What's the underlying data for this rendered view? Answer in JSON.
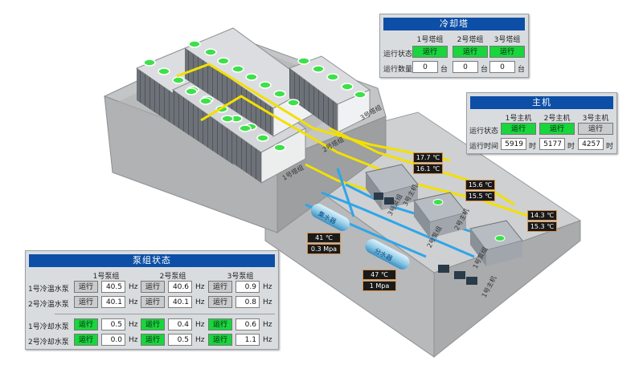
{
  "tower_panel": {
    "title": "冷却塔",
    "cols": [
      "1号塔组",
      "2号塔组",
      "3号塔组"
    ],
    "status_label": "运行状态",
    "count_label": "运行数量",
    "status": [
      "运行",
      "运行",
      "运行"
    ],
    "counts": [
      "0",
      "0",
      "0"
    ],
    "count_unit": "台"
  },
  "host_panel": {
    "title": "主机",
    "cols": [
      "1号主机",
      "2号主机",
      "3号主机"
    ],
    "status_label": "运行状态",
    "time_label": "运行时间",
    "status": [
      "运行",
      "运行",
      "运行"
    ],
    "times": [
      "5919",
      "5177",
      "4257"
    ],
    "time_unit": "时"
  },
  "pump_panel": {
    "title": "泵组状态",
    "cols": [
      "1号泵组",
      "2号泵组",
      "3号泵组"
    ],
    "rows": [
      {
        "label": "1号冷温水泵",
        "cells": [
          {
            "status": "运行",
            "freq": "40.5"
          },
          {
            "status": "运行",
            "freq": "40.6"
          },
          {
            "status": "运行",
            "freq": "0.9"
          }
        ]
      },
      {
        "label": "2号冷温水泵",
        "cells": [
          {
            "status": "运行",
            "freq": "40.1"
          },
          {
            "status": "运行",
            "freq": "40.1"
          },
          {
            "status": "运行",
            "freq": "0.8"
          }
        ]
      },
      {
        "label": "1号冷却水泵",
        "cells": [
          {
            "status": "运行",
            "freq": "0.5"
          },
          {
            "status": "运行",
            "freq": "0.4"
          },
          {
            "status": "运行",
            "freq": "0.6"
          }
        ]
      },
      {
        "label": "2号冷却水泵",
        "cells": [
          {
            "status": "运行",
            "freq": "0.0"
          },
          {
            "status": "运行",
            "freq": "0.5"
          },
          {
            "status": "运行",
            "freq": "1.1"
          }
        ]
      }
    ],
    "unit": "Hz"
  },
  "readings": {
    "t1": "17.7 ℃",
    "t2": "16.1 ℃",
    "t3": "15.6 ℃",
    "t4": "15.5 ℃",
    "t5": "14.3 ℃",
    "t6": "15.3 ℃",
    "tank1_temp": "41  ℃",
    "tank1_press": "0.3 Mpa",
    "tank2_temp": "47  ℃",
    "tank2_press": "1  Mpa"
  },
  "labels": {
    "tower1": "1号塔组",
    "tower2": "2号塔组",
    "tower3": "3号塔组",
    "host1": "1号主机",
    "host2": "2号主机",
    "host3": "3号主机",
    "pump1": "1号泵组",
    "pump2": "2号泵组",
    "pump3": "3号泵组",
    "tank1": "集水器",
    "tank2": "分水器"
  },
  "colors": {
    "running": "#18d63c",
    "stopped": "#c9cbcd",
    "title_bar": "#0d4fa6",
    "pipe_yellow": "#f2e000",
    "pipe_blue": "#2ea6e8"
  }
}
